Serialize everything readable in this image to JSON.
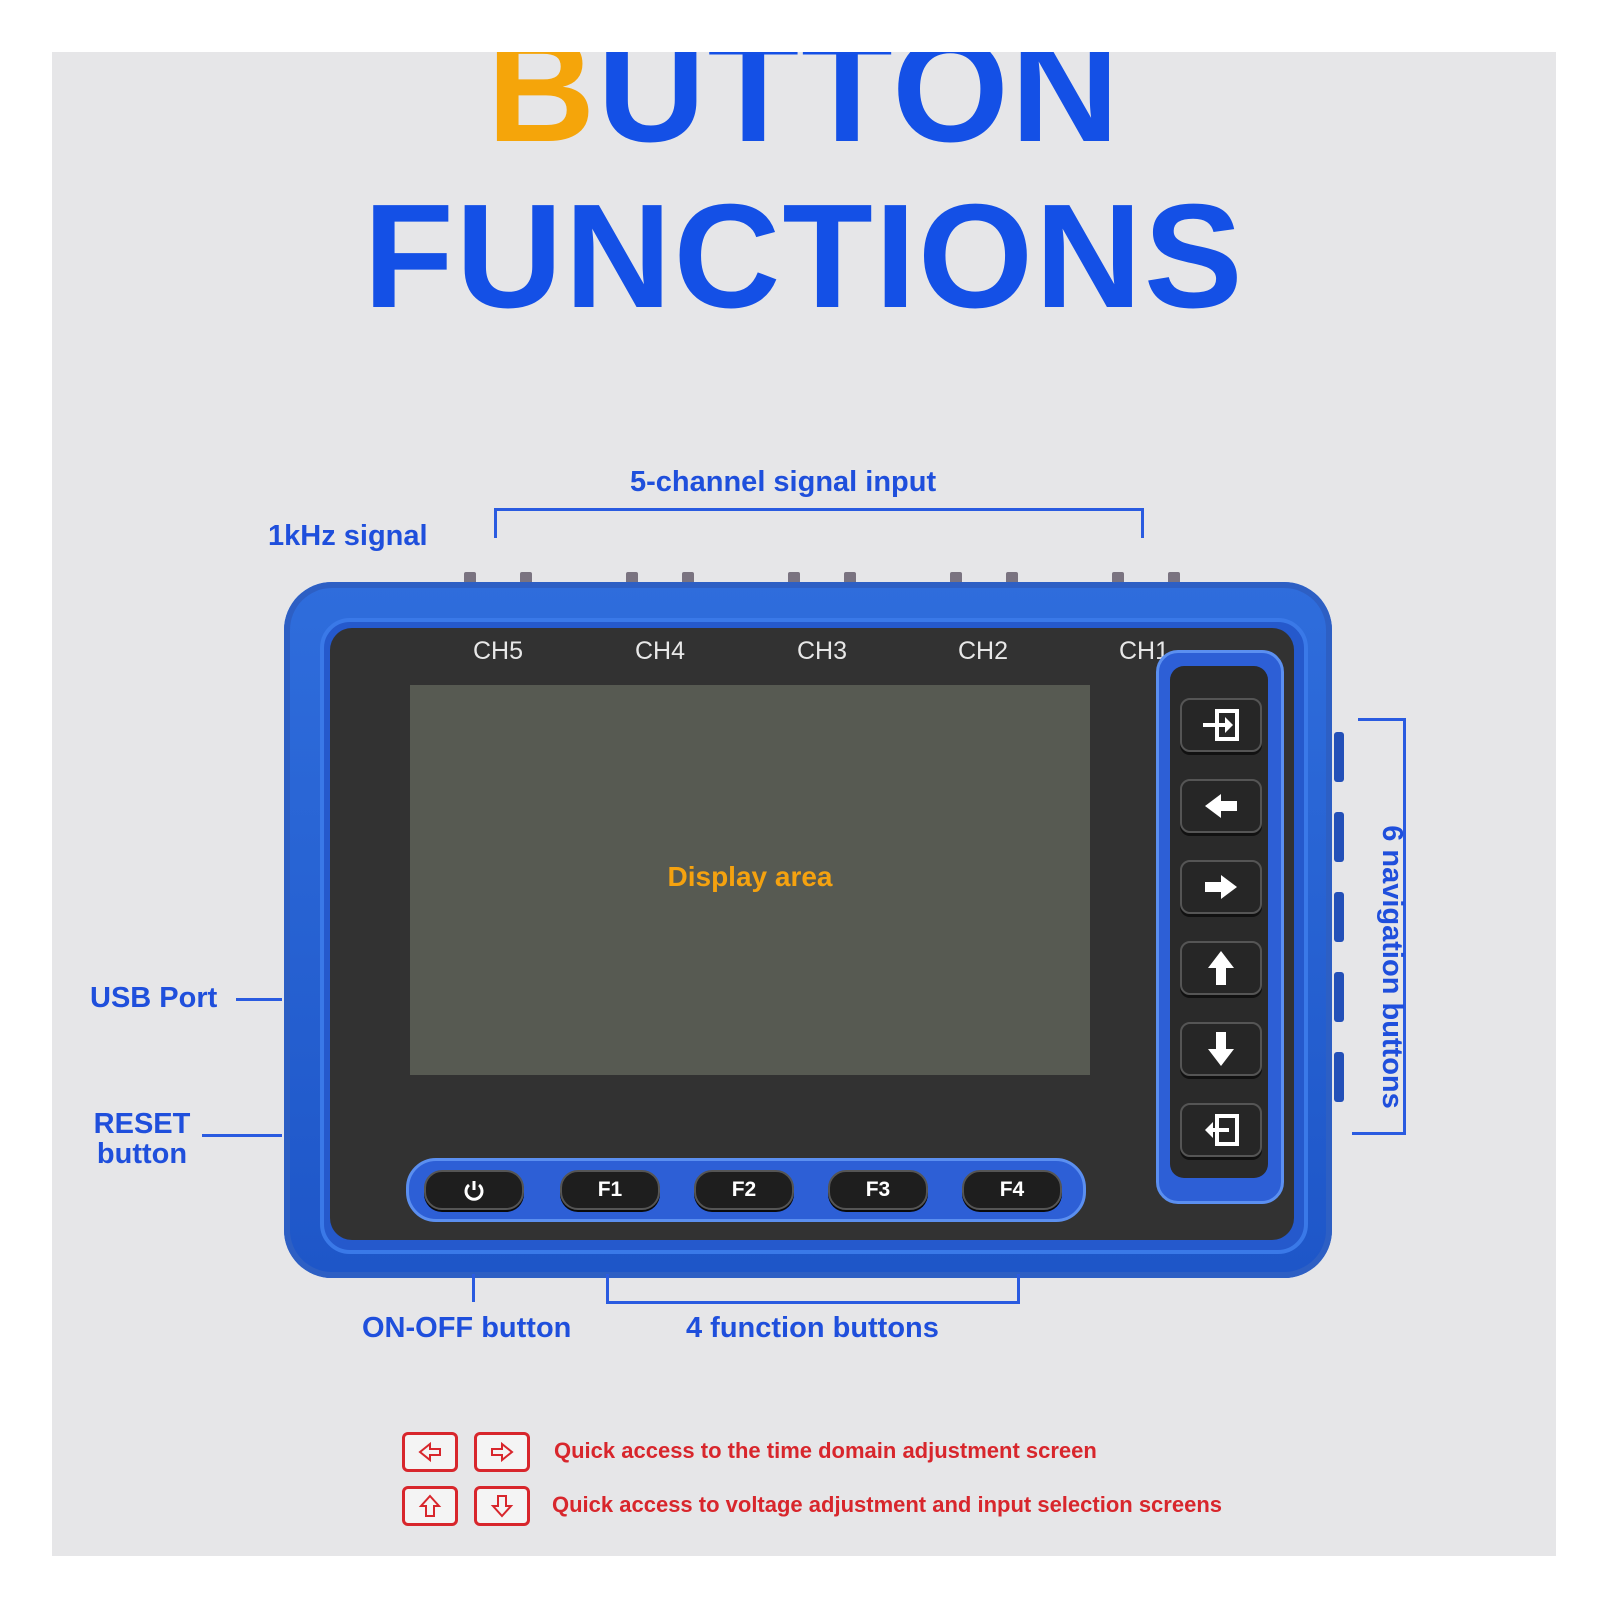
{
  "title": {
    "line1_first": "B",
    "line1_rest": "UTTON",
    "line2": "FUNCTIONS"
  },
  "labels": {
    "five_channel": "5-channel signal input",
    "one_khz": "1kHz signal",
    "usb_port": "USB  Port",
    "reset_line1": "RESET",
    "reset_line2": "button",
    "on_off": "ON-OFF button",
    "four_function": "4 function buttons",
    "six_nav": "6 navigation buttons"
  },
  "device": {
    "channels": [
      "CH5",
      "CH4",
      "CH3",
      "CH2",
      "CH1"
    ],
    "display_text": "Display area",
    "function_buttons": [
      "F1",
      "F2",
      "F3",
      "F4"
    ],
    "power_icon": "power-icon",
    "nav_icons": [
      "enter-icon",
      "arrow-left-icon",
      "arrow-right-icon",
      "arrow-up-icon",
      "arrow-down-icon",
      "exit-icon"
    ]
  },
  "legend": [
    {
      "icons": [
        "arrow-left-icon",
        "arrow-right-icon"
      ],
      "text": "Quick access to the time domain adjustment screen"
    },
    {
      "icons": [
        "arrow-up-icon",
        "arrow-down-icon"
      ],
      "text": "Quick access to voltage adjustment and input selection screens"
    }
  ],
  "colors": {
    "title_blue": "#1450e6",
    "title_orange": "#f5a50a",
    "label_blue": "#1f4fdc",
    "legend_red": "#d8262c",
    "device_blue": "#2559cc",
    "display_text": "#f5a20f"
  }
}
